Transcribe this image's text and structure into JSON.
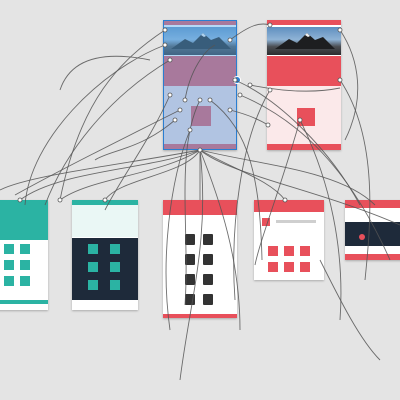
{
  "canvas": {
    "background": "#e4e4e4",
    "wire_color": "#555555",
    "selection_color": "#2a7ed1"
  },
  "artboards": [
    {
      "id": "home",
      "accent": "#e8505b",
      "selected": true
    },
    {
      "id": "home-alt",
      "accent": "#e8505b",
      "selected": false
    },
    {
      "id": "services-teal",
      "accent": "#2bb3a3",
      "selected": false
    },
    {
      "id": "services-dark",
      "accent": "#2bb3a3",
      "selected": false
    },
    {
      "id": "team",
      "accent": "#e8505b",
      "selected": false
    },
    {
      "id": "clients",
      "accent": "#e8505b",
      "selected": false
    },
    {
      "id": "portfolio",
      "accent": "#e8505b",
      "selected": false
    }
  ],
  "icons": {
    "connector": "link-node-icon",
    "selection_handle": "drag-handle-icon"
  }
}
